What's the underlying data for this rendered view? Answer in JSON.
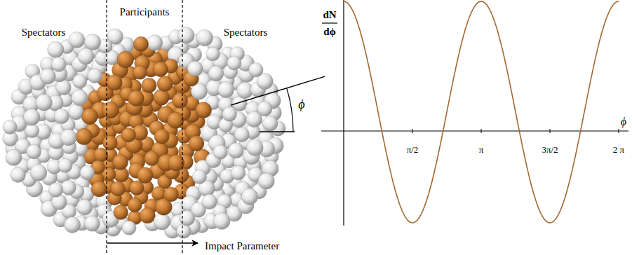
{
  "diagram": {
    "labels": [
      "Participants",
      "Spectators",
      "Spectators",
      "ϕ",
      "Impact Parameter",
      "dN",
      "dϕ",
      "π/2",
      "π",
      "3π/2",
      "2 π",
      "ϕ"
    ]
  }
}
